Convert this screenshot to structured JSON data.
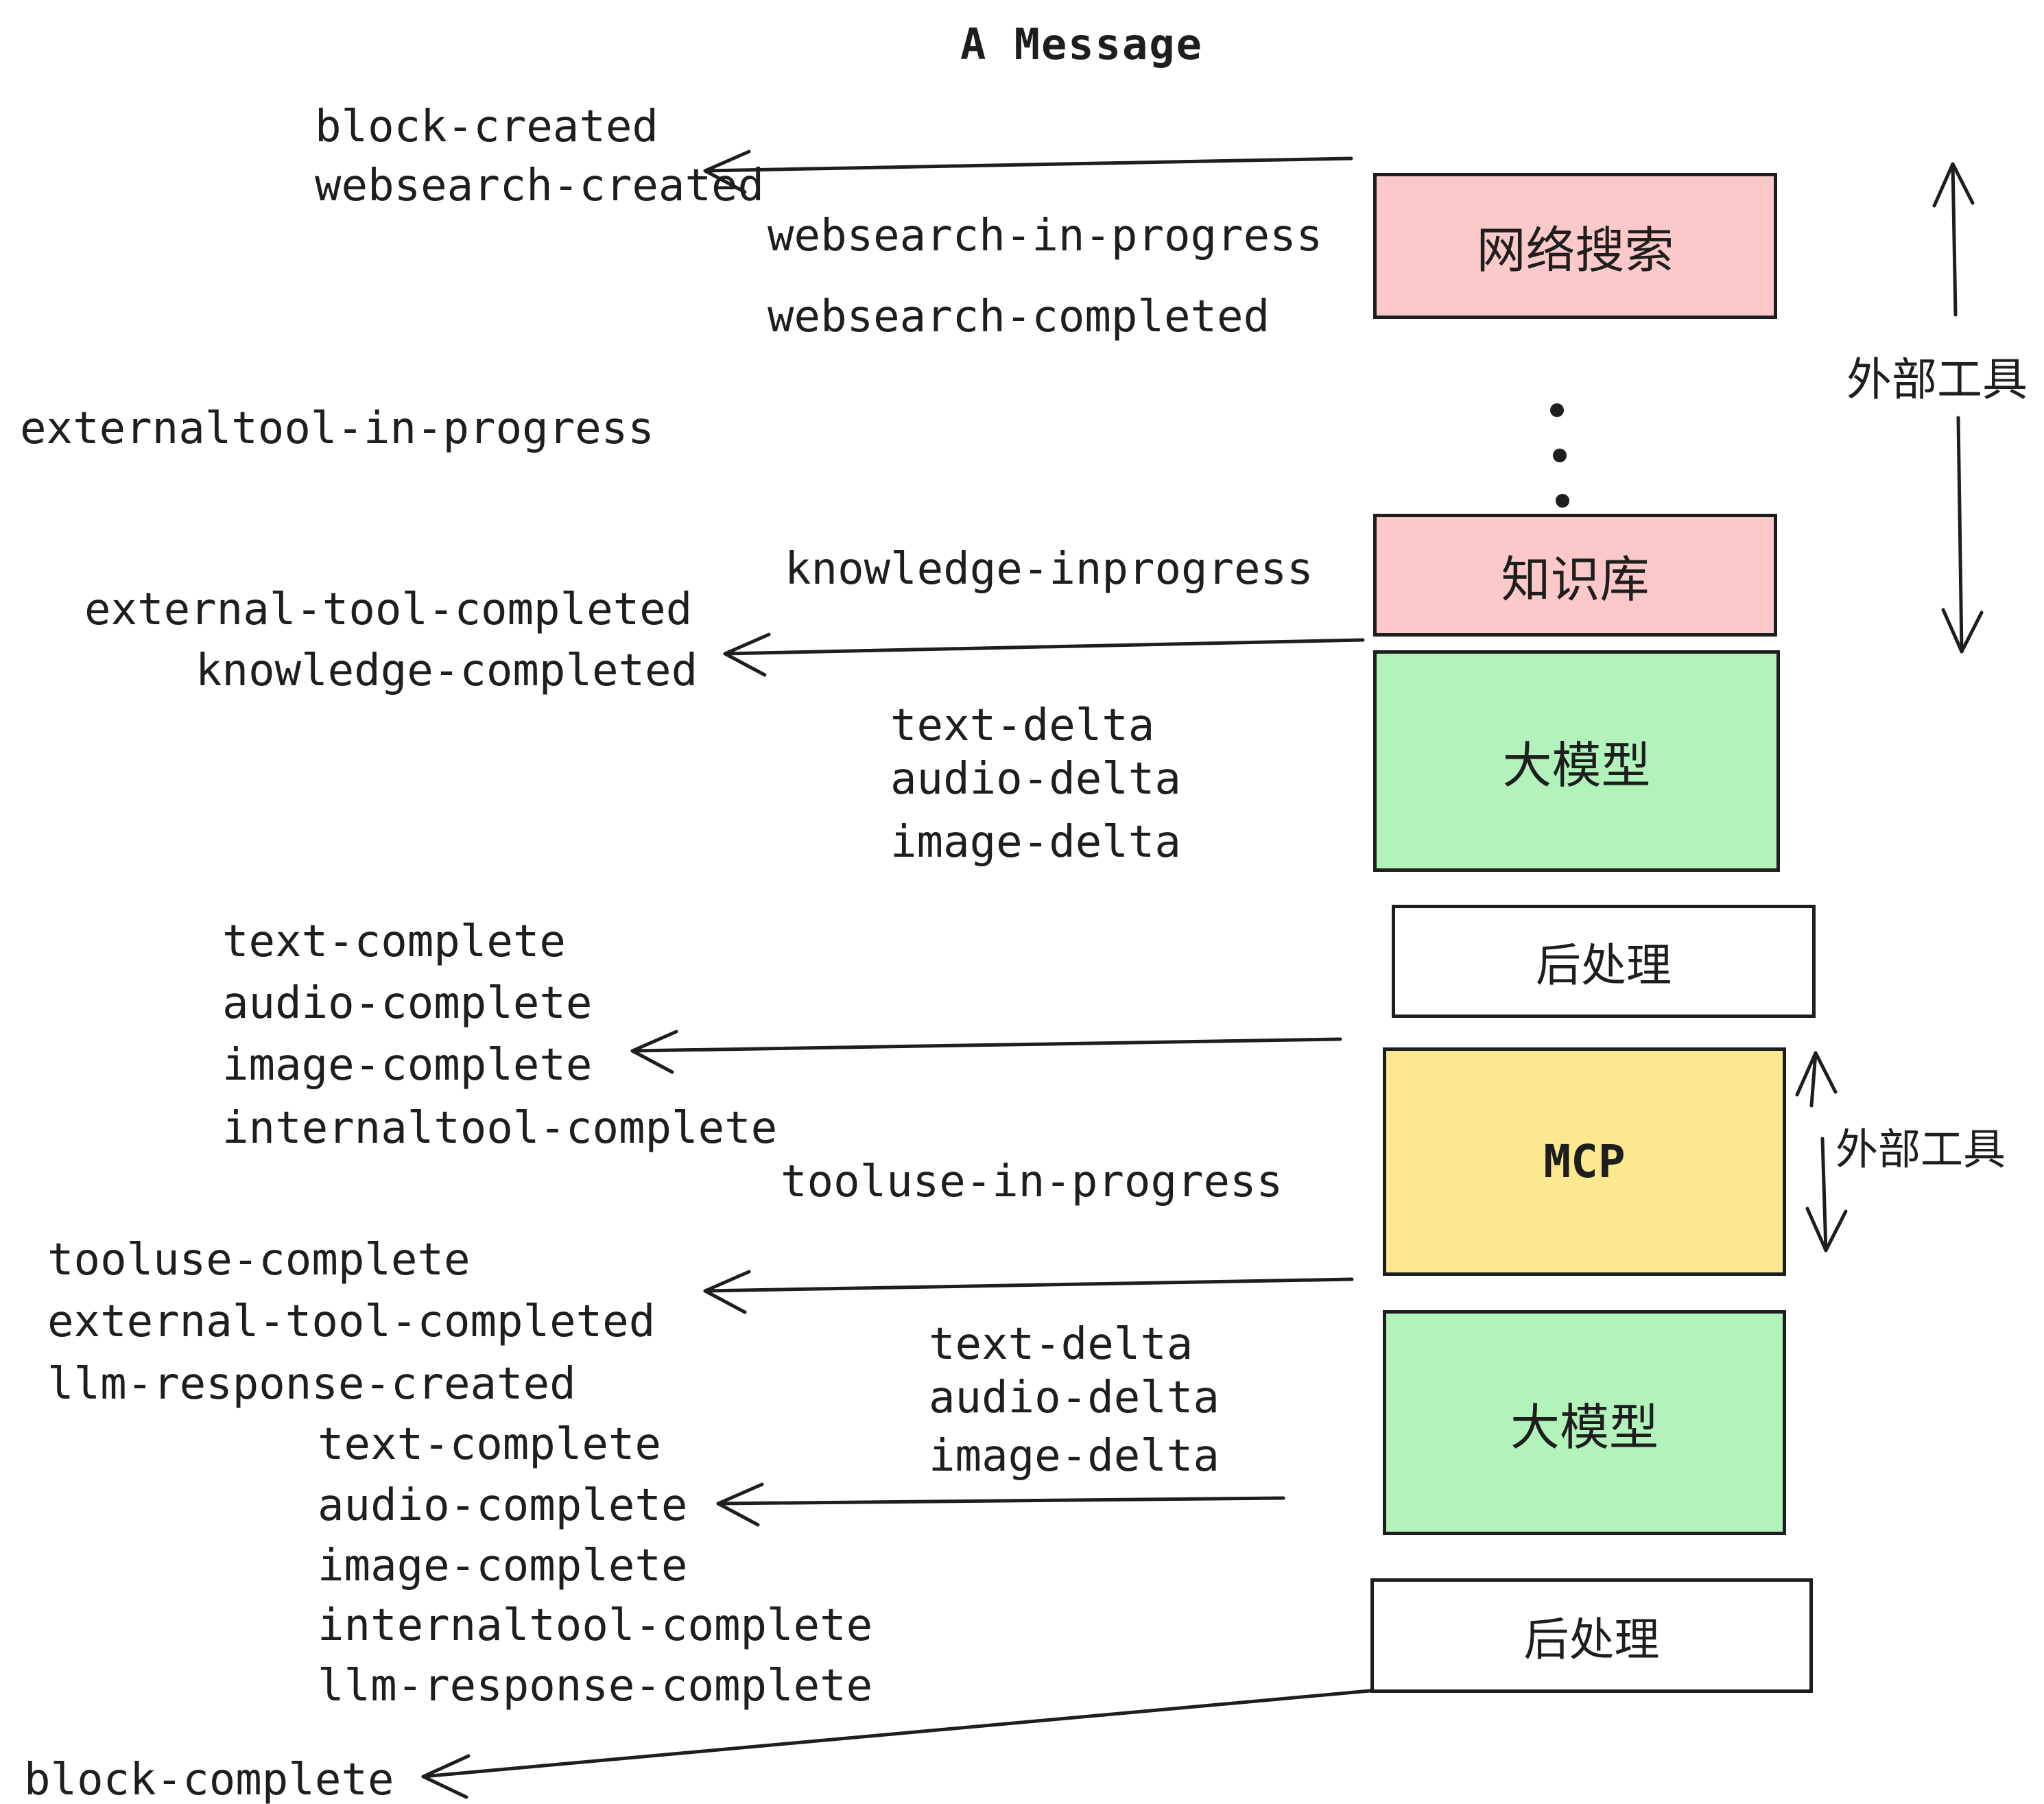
{
  "title": "A Message",
  "colors": {
    "ink": "#1e1e1e",
    "pink": "#fbc9c9",
    "green": "#b2f2bb",
    "yellow": "#fbe88f",
    "background": "#ffffff"
  },
  "boxes": {
    "websearch": {
      "label": "网络搜索"
    },
    "knowledge": {
      "label": "知识库"
    },
    "llm1": {
      "label": "大模型"
    },
    "post1": {
      "label": "后处理"
    },
    "mcp": {
      "label": "MCP"
    },
    "llm2": {
      "label": "大模型"
    },
    "post2": {
      "label": "后处理"
    }
  },
  "side_labels": {
    "top": "外部工具",
    "bottom": "外部工具"
  },
  "events": {
    "block_created": "block-created",
    "websearch_created": "websearch-created",
    "websearch_in_progress": "websearch-in-progress",
    "websearch_completed": "websearch-completed",
    "externaltool_in_progress": "externaltool-in-progress",
    "knowledge_inprogress": "knowledge-inprogress",
    "external_tool_completed": "external-tool-completed",
    "knowledge_completed": "knowledge-completed",
    "text_delta": "text-delta",
    "audio_delta": "audio-delta",
    "image_delta": "image-delta",
    "text_complete": "text-complete",
    "audio_complete": "audio-complete",
    "image_complete": "image-complete",
    "internaltool_complete": "internaltool-complete",
    "tooluse_in_progress": "tooluse-in-progress",
    "tooluse_complete": "tooluse-complete",
    "external_tool_completed_2": "external-tool-completed",
    "llm_response_created": "llm-response-created",
    "text_delta_2": "text-delta",
    "audio_delta_2": "audio-delta",
    "image_delta_2": "image-delta",
    "text_complete_2": "text-complete",
    "audio_complete_2": "audio-complete",
    "image_complete_2": "image-complete",
    "internaltool_complete_2": "internaltool-complete",
    "llm_response_complete": "llm-response-complete",
    "block_complete": "block-complete"
  }
}
